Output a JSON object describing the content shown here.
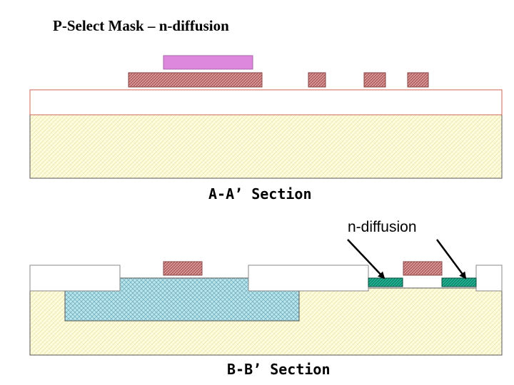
{
  "title": "P-Select Mask – n-diffusion",
  "sections": {
    "a": {
      "caption": "A-A’ Section"
    },
    "b": {
      "caption": "B-B’ Section"
    }
  },
  "annotation": {
    "n_diffusion_label": "n-diffusion"
  },
  "colors": {
    "substrate": "#fffde0",
    "substrate_hatch": "#e9e6a8",
    "oxide": "#ffffff",
    "poly": "#d8a0a0",
    "poly_hatch": "#a84848",
    "photoresist": "#dd88dd",
    "p_well": "#b8e4ec",
    "p_well_hatch": "#6aa8b8",
    "n_diffusion": "#20b090",
    "n_diffusion_hatch": "#0c6c58",
    "outline": "#555555"
  }
}
